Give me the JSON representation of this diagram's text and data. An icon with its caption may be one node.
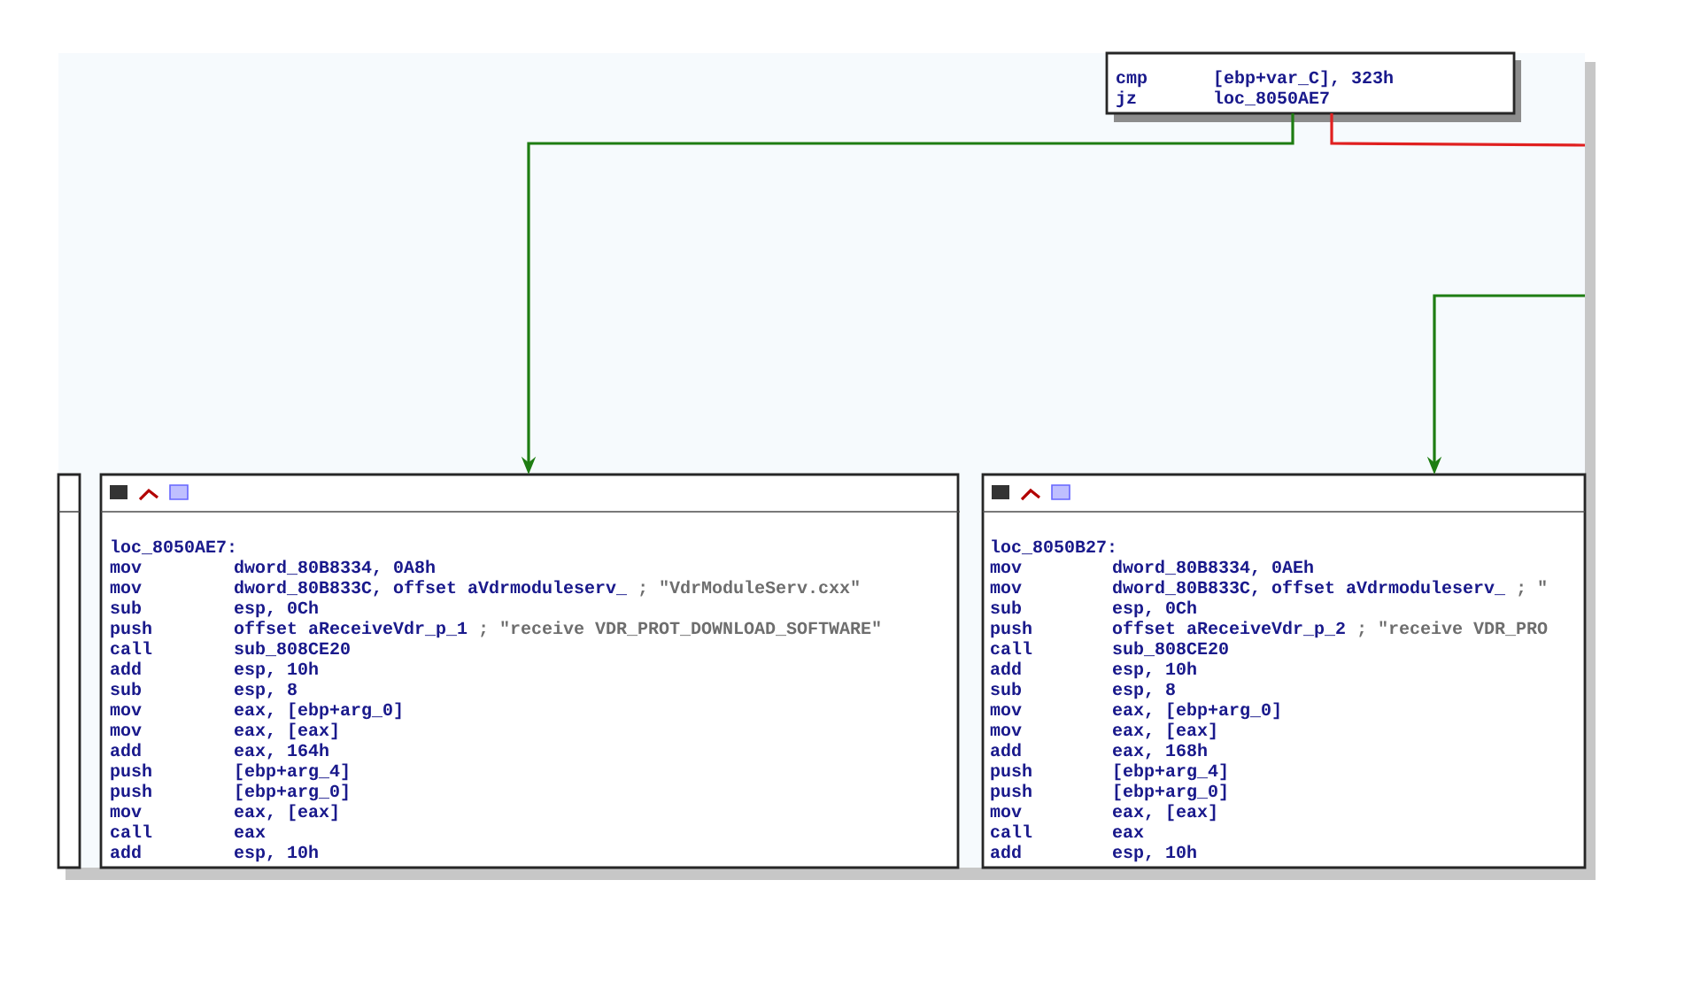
{
  "diagram": {
    "nodes": [
      {
        "text": [
          "cmp",
          "[ebp+var_C], 323h",
          "jz",
          "loc_8050AE7"
        ]
      },
      {
        "text": [],
        "shape": "box"
      },
      {
        "text": [
          "loc_8050AE7:",
          "mov",
          "dword_80B8334, 0A8h",
          "mov",
          "dword_80B833C, offset aVdrmoduleserv_",
          "; \"VdrModuleServ.cxx\"",
          "sub",
          "esp, 0Ch",
          "push",
          "offset aReceiveVdr_p_1",
          "; \"receive VDR_PROT_DOWNLOAD_SOFTWARE\"",
          "call",
          "sub_808CE20",
          "add",
          "esp, 10h",
          "sub",
          "esp, 8",
          "mov",
          "eax, [ebp+arg_0]",
          "mov",
          "eax, [eax]",
          "add",
          "eax, 164h",
          "push",
          "[ebp+arg_4]",
          "push",
          "[ebp+arg_0]",
          "mov",
          "eax, [eax]",
          "call",
          "eax",
          "add",
          "esp, 10h"
        ]
      },
      {
        "text": [
          "loc_8050B27:",
          "mov",
          "dword_80B8334, 0AEh",
          "mov",
          "dword_80B833C, offset aVdrmoduleserv_",
          "; \"",
          "sub",
          "esp, 0Ch",
          "push",
          "offset aReceiveVdr_p_2",
          "; \"receive VDR_PRO",
          "call",
          "sub_808CE20",
          "add",
          "esp, 10h",
          "sub",
          "esp, 8",
          "mov",
          "eax, [ebp+arg_0]",
          "mov",
          "eax, [eax]",
          "add",
          "eax, 168h",
          "push",
          "[ebp+arg_4]",
          "push",
          "[ebp+arg_0]",
          "mov",
          "eax, [eax]",
          "call",
          "eax",
          "add",
          "esp, 10h"
        ]
      }
    ],
    "edges": [
      {
        "from": 0,
        "to": 2,
        "arrow": "to"
      },
      {
        "from": 0,
        "to": null,
        "arrow": "none",
        "color": "#e02020"
      },
      {
        "from": null,
        "to": 3,
        "arrow": "to"
      }
    ]
  }
}
